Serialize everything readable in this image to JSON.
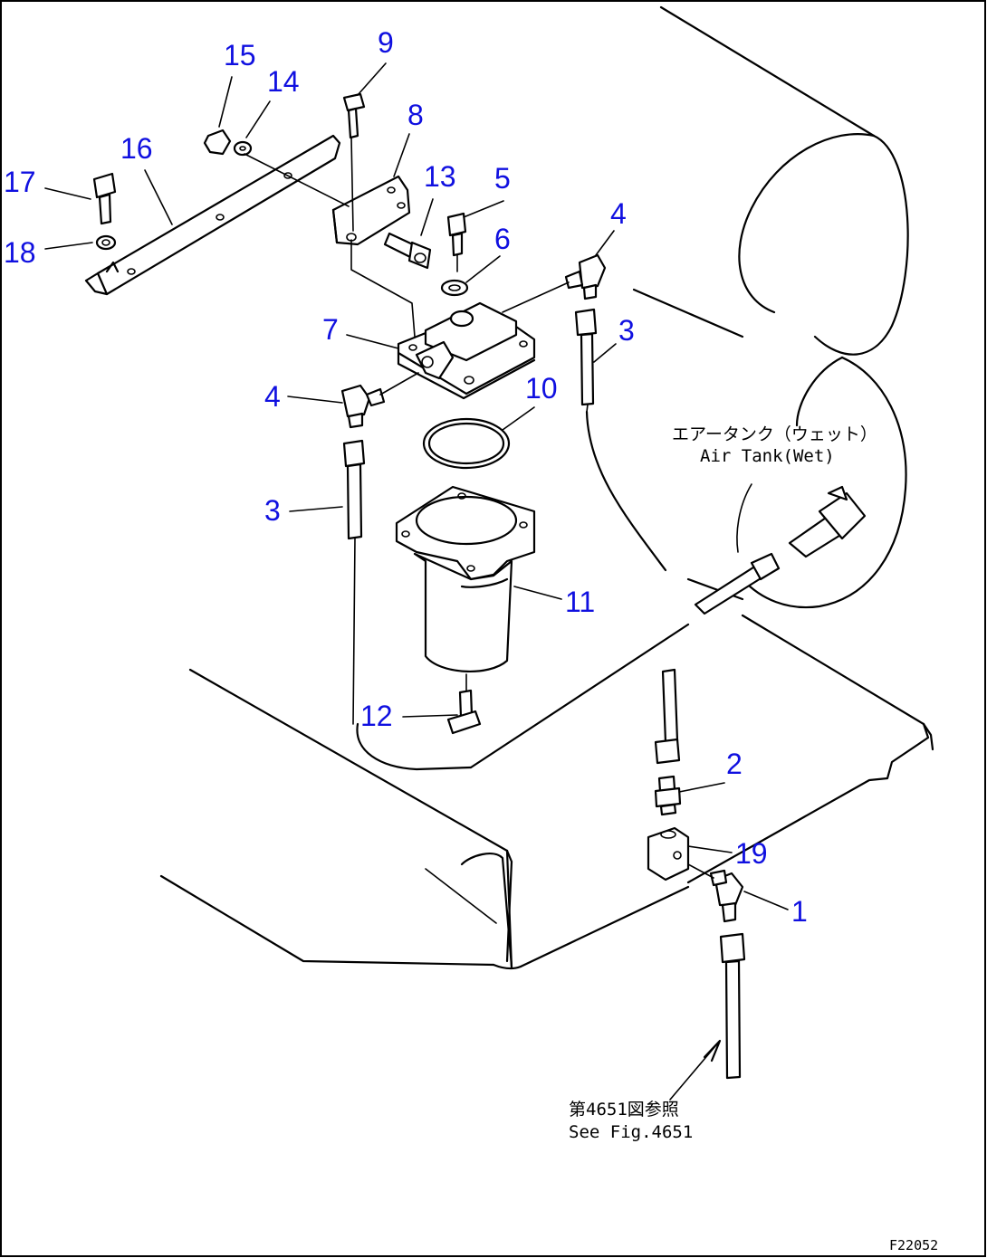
{
  "callouts": {
    "c1": "1",
    "c2": "2",
    "c3a": "3",
    "c3b": "3",
    "c4a": "4",
    "c4b": "4",
    "c5": "5",
    "c6": "6",
    "c7": "7",
    "c8": "8",
    "c9": "9",
    "c10": "10",
    "c11": "11",
    "c12": "12",
    "c13": "13",
    "c14": "14",
    "c15": "15",
    "c16": "16",
    "c17": "17",
    "c18": "18",
    "c19": "19"
  },
  "notes": {
    "air_tank_jp": "エアータンク（ウェット）",
    "air_tank_en": "Air Tank(Wet)",
    "see_fig_jp": "第4651図参照",
    "see_fig_en": "See Fig.4651"
  },
  "drawing_code": "F22052",
  "colors": {
    "callout": "#1010e0",
    "line": "#000000",
    "background": "#ffffff"
  }
}
